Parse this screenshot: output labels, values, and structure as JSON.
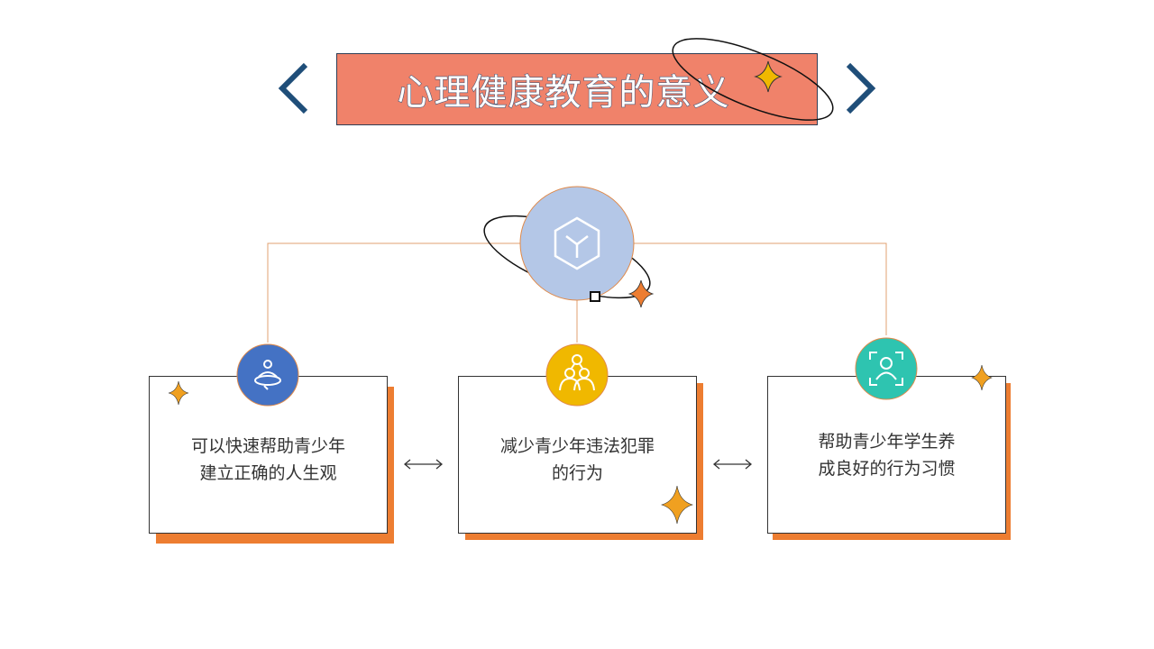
{
  "title": "心理健康教育的意义",
  "cards": [
    {
      "line1": "可以快速帮助青少年",
      "line2": "建立正确的人生观",
      "icon": "meditation-person-icon",
      "color": "#4472C4"
    },
    {
      "line1": "减少青少年违法犯罪",
      "line2": "的行为",
      "icon": "group-people-icon",
      "color": "#F0B800"
    },
    {
      "line1": "帮助青少年学生养",
      "line2": "成良好的行为习惯",
      "icon": "face-scan-icon",
      "color": "#2EC4B0"
    }
  ],
  "colors": {
    "title_bg": "#F0826A",
    "accent": "#ED7D31",
    "hub": "#B4C7E7",
    "nav": "#1F4E79"
  }
}
